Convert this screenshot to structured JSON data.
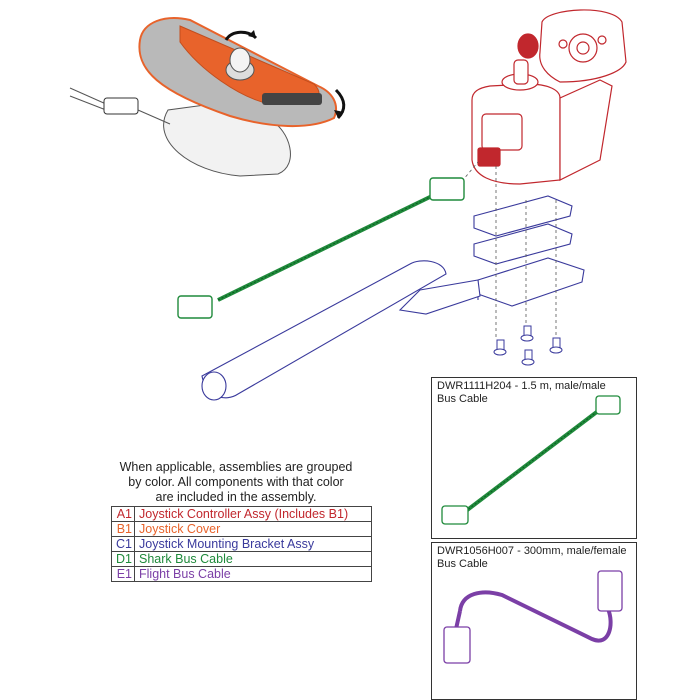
{
  "intro": {
    "line1": "When applicable, assemblies are grouped",
    "line2": "by color. All components with that color",
    "line3": "are included in the assembly."
  },
  "legend": [
    {
      "code": "A1",
      "label": "Joystick Controller Assy (Includes B1)",
      "color": "#c1272d"
    },
    {
      "code": "B1",
      "label": "Joystick Cover",
      "color": "#e8632b"
    },
    {
      "code": "C1",
      "label": "Joystick Mounting Bracket Assy",
      "color": "#3a3a9c"
    },
    {
      "code": "D1",
      "label": "Shark Bus Cable",
      "color": "#1f8a3b"
    },
    {
      "code": "E1",
      "label": "Flight Bus Cable",
      "color": "#7b3fa6"
    }
  ],
  "callouts": {
    "shark": {
      "part": "DWR1111H204 - 1.5 m, male/male",
      "name": "Bus Cable"
    },
    "flight": {
      "part": "DWR1056H007 - 300mm, male/female",
      "name": "Bus Cable"
    }
  },
  "colors": {
    "outline": "#333333",
    "neutral": "#e8e8e8"
  }
}
